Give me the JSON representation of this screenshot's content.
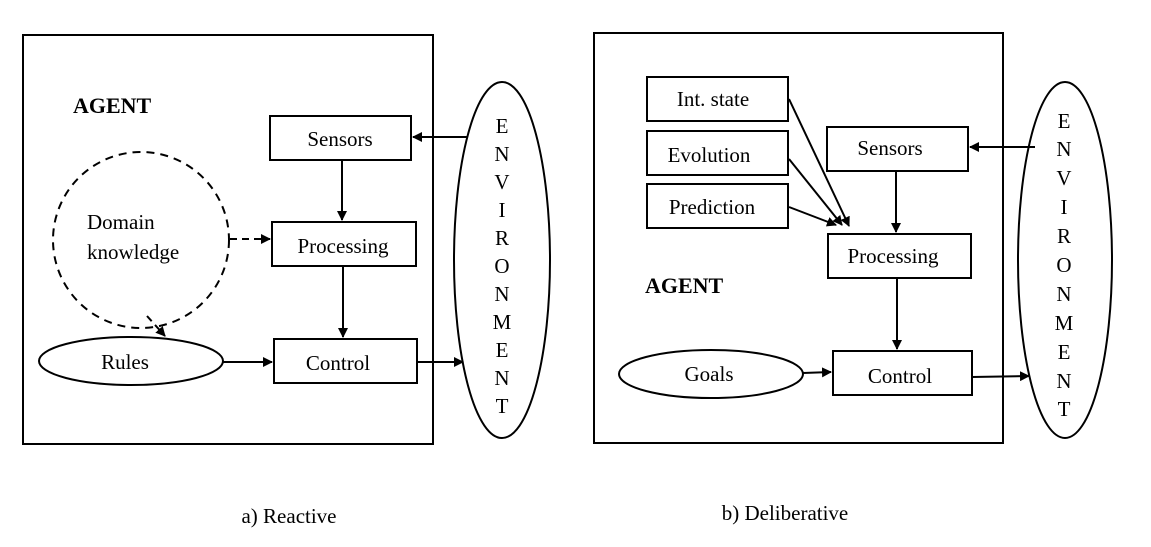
{
  "reactive": {
    "caption": "a) Reactive",
    "agent_label": "AGENT",
    "nodes": {
      "sensors": "Sensors",
      "processing": "Processing",
      "control": "Control",
      "domain_line1": "Domain",
      "domain_line2": "knowledge",
      "rules": "Rules"
    },
    "environment_letters": [
      "E",
      "N",
      "V",
      "I",
      "R",
      "O",
      "N",
      "M",
      "E",
      "N",
      "T"
    ]
  },
  "deliberative": {
    "caption": "b) Deliberative",
    "agent_label": "AGENT",
    "nodes": {
      "int_state": "Int. state",
      "evolution": "Evolution",
      "prediction": "Prediction",
      "sensors": "Sensors",
      "processing": "Processing",
      "control": "Control",
      "goals": "Goals"
    },
    "environment_letters": [
      "E",
      "N",
      "V",
      "I",
      "R",
      "O",
      "N",
      "M",
      "E",
      "N",
      "T"
    ]
  }
}
